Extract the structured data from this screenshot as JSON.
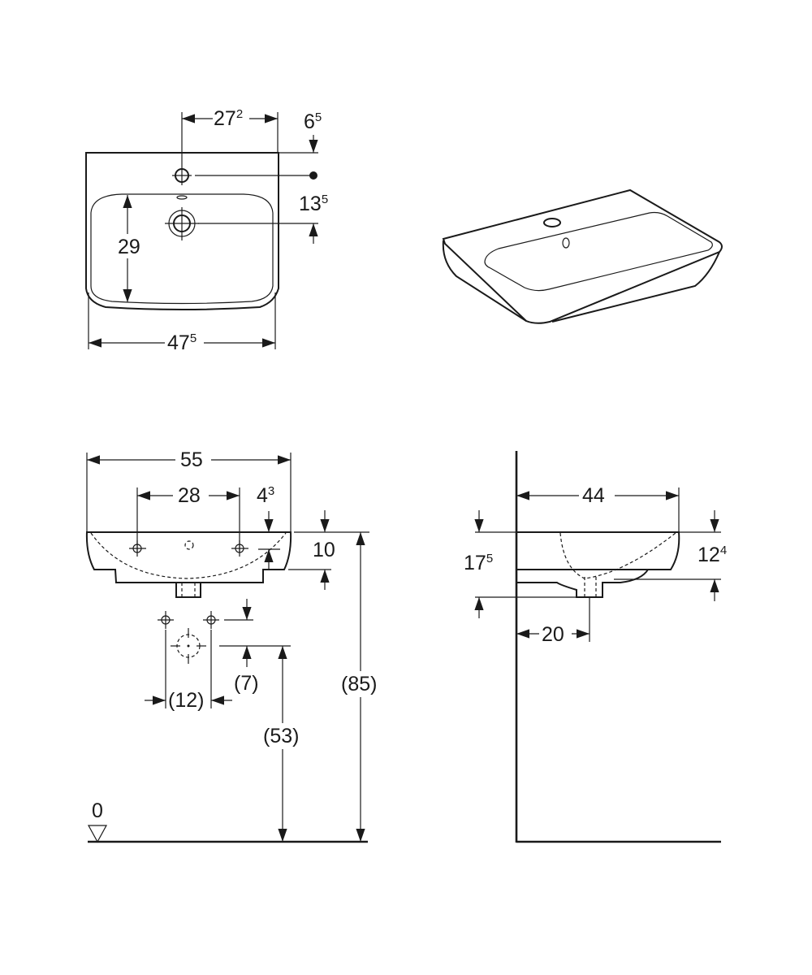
{
  "top_view": {
    "dim_tap_offset": {
      "base": "27",
      "sup": "2"
    },
    "dim_rim_tap": {
      "base": "6",
      "sup": "5"
    },
    "dim_tap_drain": {
      "base": "13",
      "sup": "5"
    },
    "dim_depth": "29",
    "dim_width": {
      "base": "47",
      "sup": "5"
    }
  },
  "front_view": {
    "dim_total_width": "55",
    "dim_fixing_distance": "28",
    "dim_fixing_height": {
      "base": "4",
      "sup": "3"
    },
    "dim_rim_height": "10",
    "dim_supply_spacing": "(12)",
    "dim_supply_offset": "(7)",
    "dim_supply_height": "(53)",
    "dim_total_height": "(85)",
    "floor_level": "0"
  },
  "side_view": {
    "dim_projection": "44",
    "dim_side_height": {
      "base": "17",
      "sup": "5"
    },
    "dim_rim_thickness": {
      "base": "12",
      "sup": "4"
    },
    "dim_drain_offset": "20"
  }
}
